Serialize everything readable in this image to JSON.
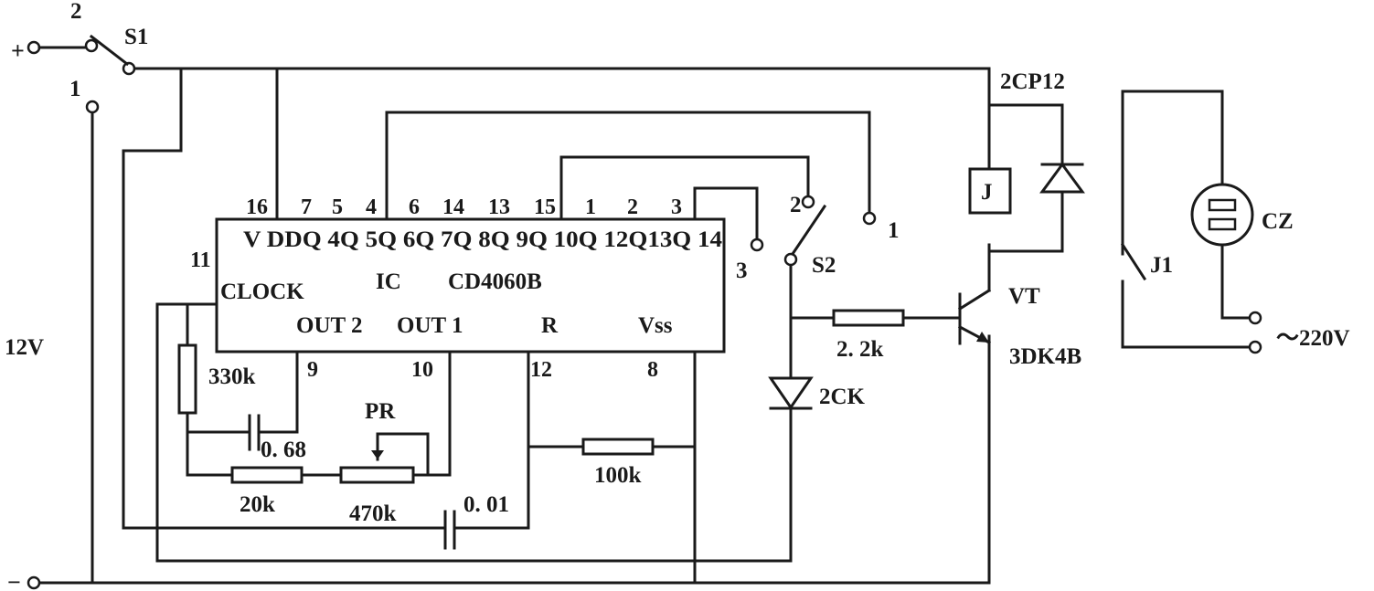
{
  "supply": {
    "plus": "+",
    "minus": "−",
    "voltage": "12V",
    "mains": "～220V"
  },
  "switch_s1": {
    "name": "S1",
    "pos1": "1",
    "pos2": "2"
  },
  "switch_s2": {
    "name": "S2",
    "pos1": "1",
    "pos2": "2",
    "pos3": "3"
  },
  "ic": {
    "designator": "IC",
    "part": "CD4060B",
    "top_pin_numbers": [
      "16",
      "7",
      "5",
      "4",
      "6",
      "14",
      "13",
      "15",
      "1",
      "2",
      "3"
    ],
    "top_pin_names": "V DDQ 4Q 5Q 6Q 7Q 8Q 9Q 10Q 12Q13Q 14",
    "left_pin_number": "11",
    "clock_label": "CLOCK",
    "out2_label": "OUT 2",
    "out1_label": "OUT 1",
    "r_label": "R",
    "vss_label": "Vss",
    "bottom_pin_numbers": [
      "9",
      "10",
      "12",
      "8"
    ]
  },
  "components": {
    "r_330k": "330k",
    "c_068": "0. 68",
    "r_20k": "20k",
    "pr_label": "PR",
    "pr_value": "470k",
    "c_001": "0. 01",
    "r_100k": "100k",
    "r_22k": "2. 2k",
    "d_2ck": "2CK",
    "d_2cp12": "2CP12",
    "relay_coil": "J",
    "relay_contact": "J1",
    "transistor_name": "VT",
    "transistor_part": "3DK4B",
    "socket": "CZ"
  }
}
